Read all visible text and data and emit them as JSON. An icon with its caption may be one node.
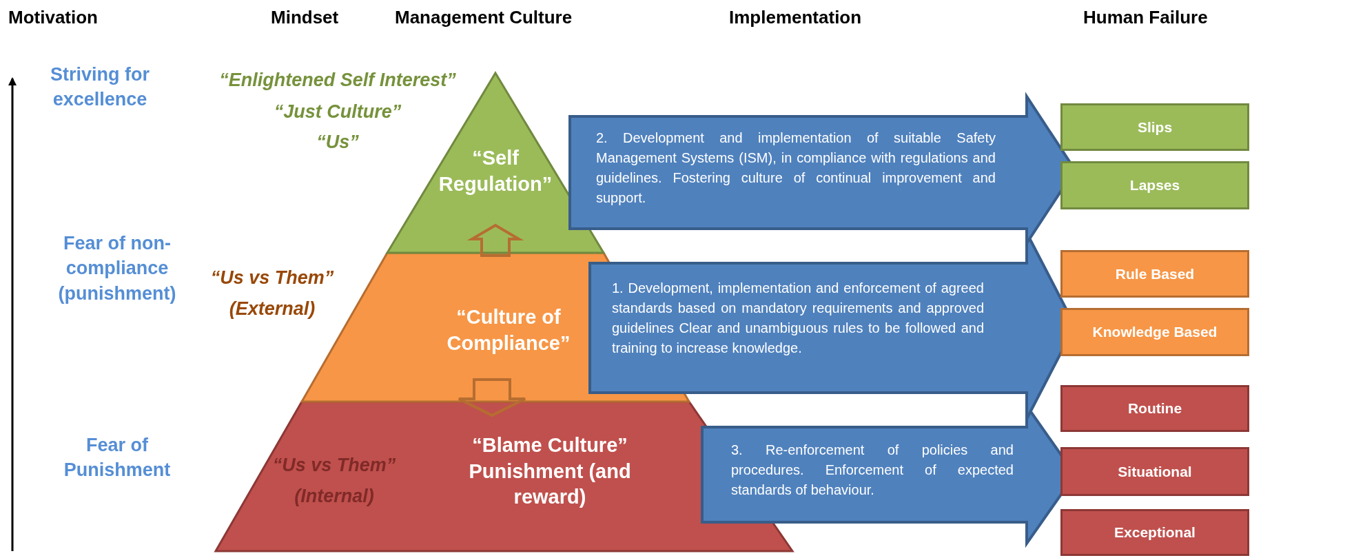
{
  "diagram": {
    "nodes": [
      {
        "text": [
          "“Self Regulation”"
        ]
      },
      {
        "text": [
          "“Culture of Compliance”"
        ]
      },
      {
        "text": [
          "“Blame Culture” Punishment (and reward)"
        ]
      },
      {
        "text": [
          "2. Development and implementation of suitable Safety Management Systems (ISM), in compliance with regulations and guidelines. Fostering culture of continual improvement and support."
        ]
      },
      {
        "text": [
          "1. Development, implementation and enforcement of agreed standards based on mandatory requirements and approved guidelines Clear and unambiguous rules to be followed and training to increase knowledge."
        ]
      },
      {
        "text": [
          "3. Re-enforcement of policies and procedures. Enforcement of expected standards of behaviour."
        ]
      },
      {
        "text": [
          "Slips"
        ]
      },
      {
        "text": [
          "Lapses"
        ]
      },
      {
        "text": [
          "Rule Based"
        ]
      },
      {
        "text": [
          "Knowledge Based"
        ]
      },
      {
        "text": [
          "Routine"
        ]
      },
      {
        "text": [
          "Situational"
        ]
      },
      {
        "text": [
          "Exceptional"
        ]
      }
    ],
    "edges": [
      {
        "from": 1,
        "to": 0,
        "arrow": "to"
      },
      {
        "from": 1,
        "to": 2,
        "arrow": "to"
      }
    ],
    "labels": [
      "Motivation",
      "Mindset",
      "Management Culture",
      "Implementation",
      "Human Failure",
      "Striving for excellence",
      "“Enlightened Self Interest”",
      "“Just Culture”",
      "“Us”",
      "Fear of non-compliance (punishment)",
      "“Us vs Them”",
      "(External)",
      "Fear of Punishment",
      "“Us vs Them”",
      "(Internal)"
    ]
  }
}
